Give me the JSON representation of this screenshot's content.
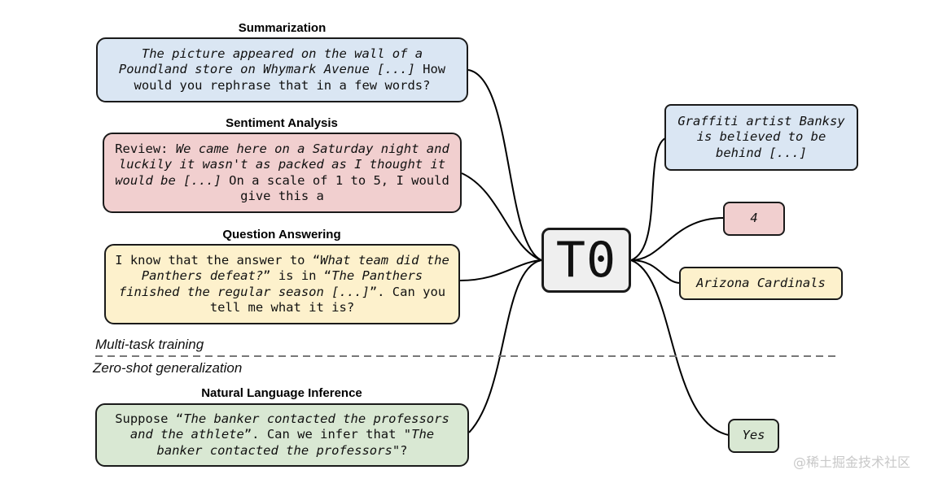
{
  "model": {
    "label": "T0"
  },
  "tasks": [
    {
      "heading": "Summarization",
      "color": "#dae6f3",
      "segments": [
        {
          "text": "The picture appeared on the wall of a Poundland store on Whymark Avenue [...]",
          "italic": true
        },
        {
          "text": " How would you rephrase that in a few words?",
          "italic": false
        }
      ]
    },
    {
      "heading": "Sentiment Analysis",
      "color": "#f1cfcf",
      "segments": [
        {
          "text": "Review: ",
          "italic": false
        },
        {
          "text": "We came here on a Saturday night and luckily it wasn't as packed as I thought it would be [...]",
          "italic": true
        },
        {
          "text": " On a scale of 1 to 5, I would give this a",
          "italic": false
        }
      ]
    },
    {
      "heading": "Question Answering",
      "color": "#fdf1cc",
      "segments": [
        {
          "text": "I know that the answer to “",
          "italic": false
        },
        {
          "text": "What team did the Panthers defeat?",
          "italic": true
        },
        {
          "text": "” is in “",
          "italic": false
        },
        {
          "text": "The Panthers finished the regular season [...]",
          "italic": true
        },
        {
          "text": "”. Can you tell me what it is?",
          "italic": false
        }
      ]
    },
    {
      "heading": "Natural Language Inference",
      "color": "#d9e8d3",
      "segments": [
        {
          "text": "Suppose “",
          "italic": false
        },
        {
          "text": "The banker contacted the professors and the athlete",
          "italic": true
        },
        {
          "text": "”. Can we infer that \"",
          "italic": false
        },
        {
          "text": "The banker contacted the professors",
          "italic": true
        },
        {
          "text": "\"?",
          "italic": false
        }
      ]
    }
  ],
  "outputs": [
    {
      "text": "Graffiti artist Banksy is believed to be behind [...]",
      "color": "#dae6f3"
    },
    {
      "text": "4",
      "color": "#f1cfcf"
    },
    {
      "text": "Arizona Cardinals",
      "color": "#fdf1cc"
    },
    {
      "text": "Yes",
      "color": "#d9e8d3"
    }
  ],
  "sections": {
    "training": "Multi-task training",
    "generalization": "Zero-shot generalization"
  },
  "watermark": "@稀土掘金技术社区"
}
